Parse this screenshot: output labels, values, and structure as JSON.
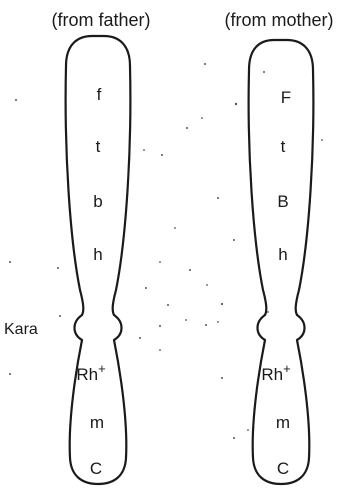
{
  "chromosomes": [
    {
      "header": "(from father)",
      "genes_upper": [
        "f",
        "t",
        "b",
        "h"
      ],
      "genes_lower": [
        "Rh",
        "m",
        "C"
      ],
      "rh_superscript": "+"
    },
    {
      "header": "(from mother)",
      "genes_upper": [
        "F",
        "t",
        "B",
        "h"
      ],
      "genes_lower": [
        "Rh",
        "m",
        "C"
      ],
      "rh_superscript": "+"
    }
  ],
  "centromere_label": "Kara"
}
